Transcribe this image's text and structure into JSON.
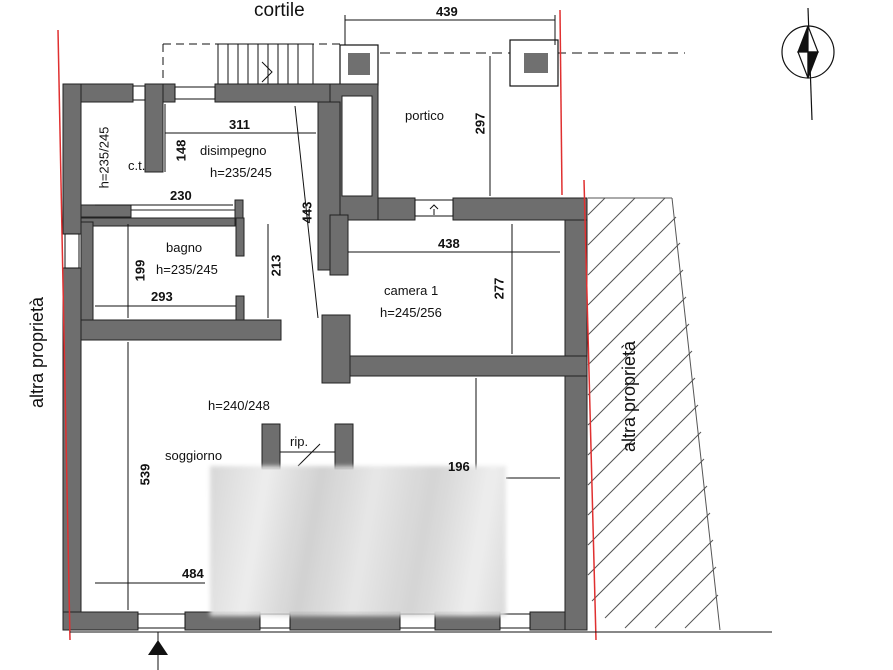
{
  "labels": {
    "cortile": "cortile",
    "portico": "portico",
    "ct": "c.t.",
    "disimpegno": "disimpegno",
    "disimpegno_h": "h=235/245",
    "ct_h": "h=235/245",
    "bagno": "bagno",
    "bagno_h": "h=235/245",
    "camera": "camera 1",
    "camera_h": "h=245/256",
    "soggiorno_h": "h=240/248",
    "soggiorno": "soggiorno",
    "rip": "rip.",
    "altra_left": "altra proprietà",
    "altra_right": "altra proprietà",
    "north": "N"
  },
  "dimensions": {
    "d439": "439",
    "d311": "311",
    "d148": "148",
    "d297": "297",
    "d230": "230",
    "d443": "443",
    "d438": "438",
    "d199": "199",
    "d213": "213",
    "d293": "293",
    "d277": "277",
    "d539": "539",
    "d484": "484",
    "d196": "196"
  },
  "colors": {
    "wall": "#6e6e6e",
    "red_line": "#e03030",
    "line": "#111111"
  }
}
